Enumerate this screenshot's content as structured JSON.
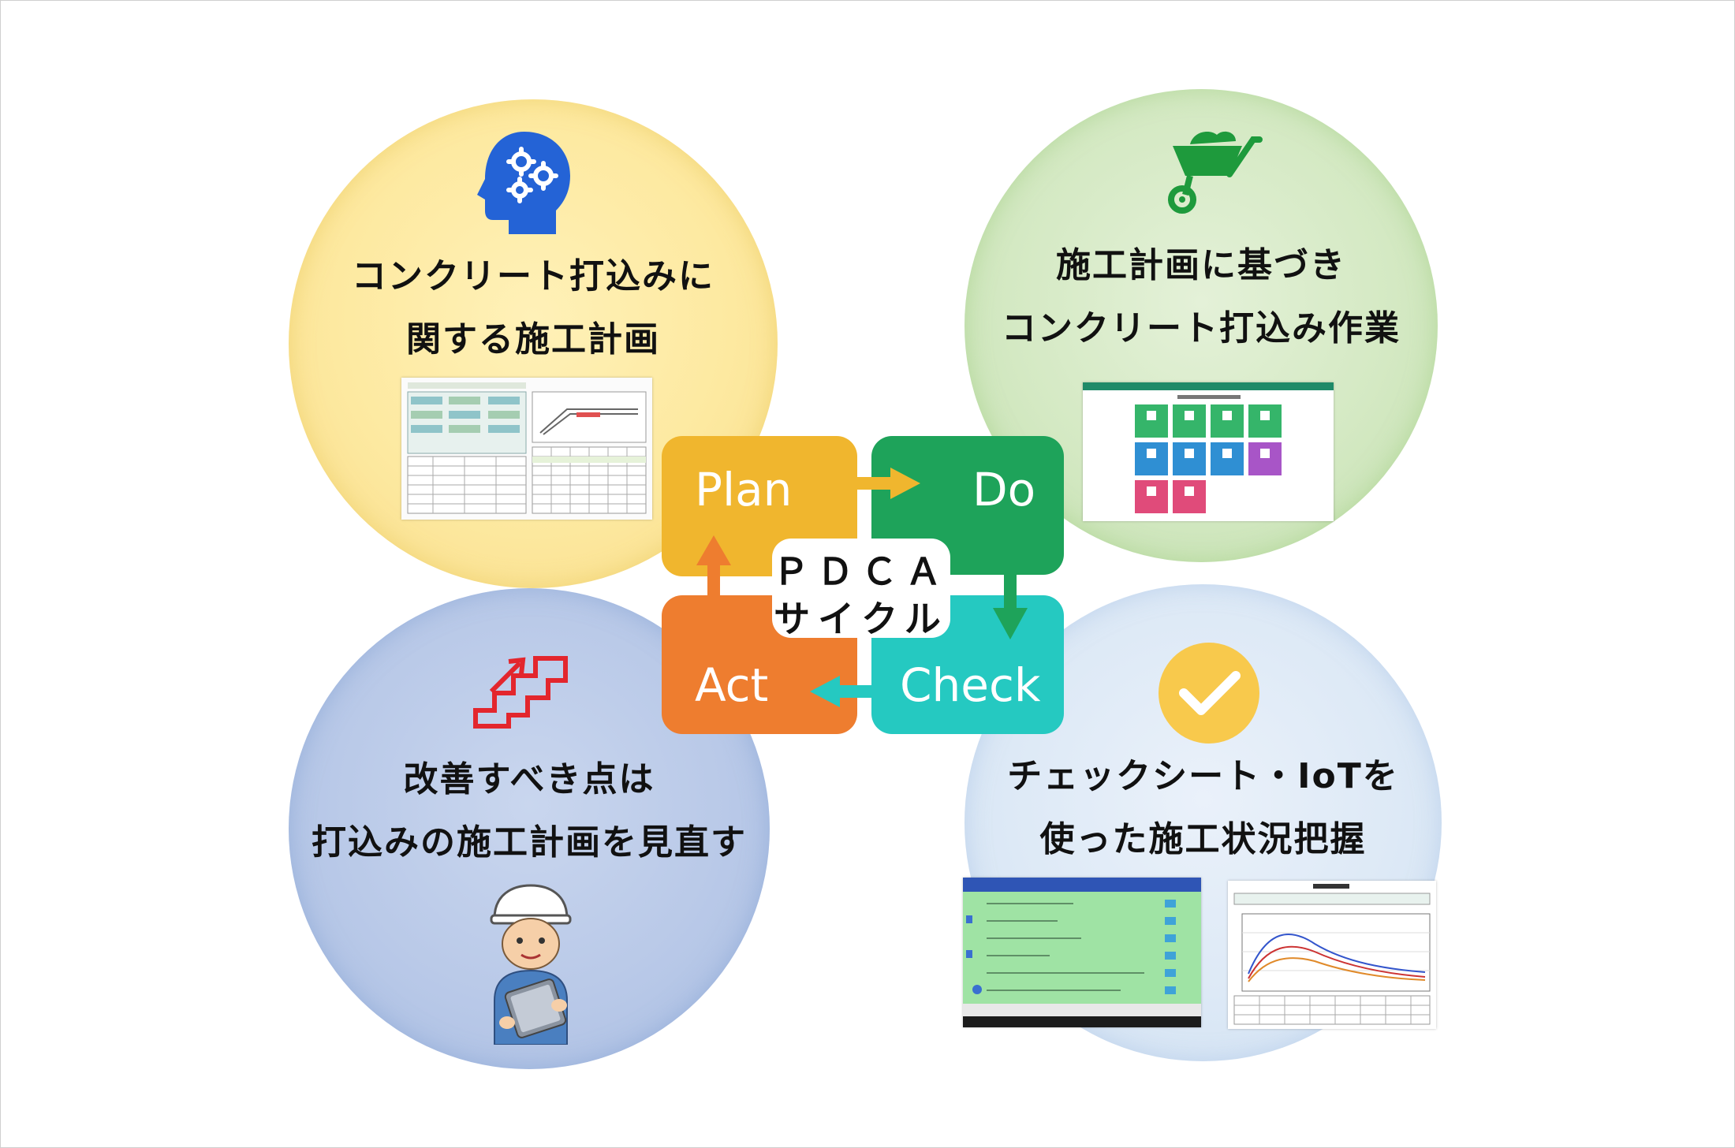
{
  "pdca": {
    "plan": "Plan",
    "do": "Do",
    "check": "Check",
    "act": "Act",
    "center_line1": "ＰＤＣＡ",
    "center_line2": "サイクル"
  },
  "plan_circle": {
    "line1": "コンクリート打込みに",
    "line2": "関する施工計画",
    "icon": "head-gears-icon"
  },
  "do_circle": {
    "line1": "施工計画に基づき",
    "line2": "コンクリート打込み作業",
    "icon": "wheelbarrow-icon"
  },
  "act_circle": {
    "line1": "改善すべき点は",
    "line2": "打込みの施工計画を見直す",
    "icon": "stairs-up-icon"
  },
  "check_circle": {
    "line1": "チェックシート・IoTを",
    "line2": "使った施工状況把握",
    "icon": "check-badge-icon"
  },
  "colors": {
    "plan": "#f0b62e",
    "do": "#1ea35a",
    "check": "#25c9c1",
    "act": "#ee7d2f"
  }
}
